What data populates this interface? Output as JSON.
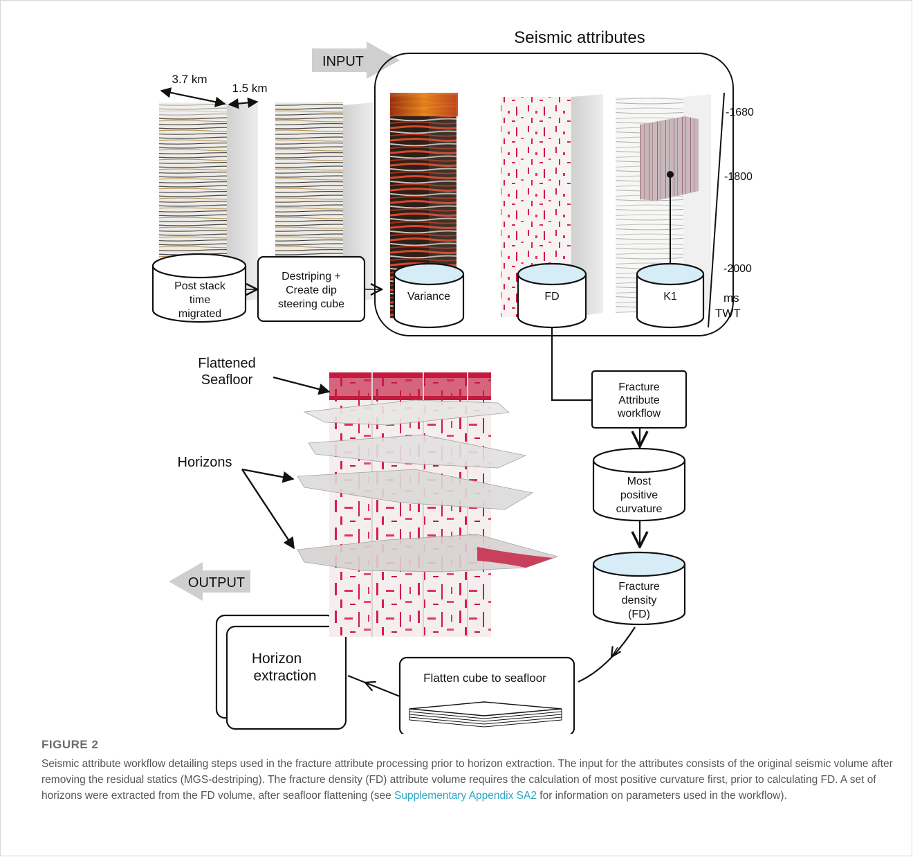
{
  "figure": {
    "label": "FIGURE 2",
    "caption_before_link": "Seismic attribute workflow detailing steps used in the fracture attribute processing prior to horizon extraction. The input for the attributes consists of the original seismic volume after removing the residual statics (MGS-destriping). The fracture density (FD) attribute volume requires the calculation of most positive curvature first, prior to calculating FD. A set of horizons were extracted from the FD volume, after seafloor flattening (see ",
    "caption_link": "Supplementary Appendix SA2",
    "caption_after_link": " for information on parameters used in the workflow)."
  },
  "diagram": {
    "title": "Seismic attributes",
    "input_label": "INPUT",
    "output_label": "OUTPUT",
    "dim_width": "3.7 km",
    "dim_depth": "1.5 km",
    "db_post_stack": [
      "Post stack",
      "time",
      "migrated"
    ],
    "box_destriping": [
      "Destriping +",
      "Create dip",
      "steering cube"
    ],
    "db_variance": "Variance",
    "db_fd": "FD",
    "db_k1": "K1",
    "time_ticks": [
      "-1680",
      "-1800",
      "-2000"
    ],
    "time_unit": [
      "ms",
      "TWT"
    ],
    "box_fracture_workflow": [
      "Fracture",
      "Attribute",
      "workflow"
    ],
    "db_curvature": [
      "Most",
      "positive",
      "curvature"
    ],
    "db_fracture_density": [
      "Fracture",
      "density",
      "(FD)"
    ],
    "box_flatten": "Flatten cube to seafloor",
    "box_horizon": [
      "Horizon",
      "extraction"
    ],
    "label_flattened": [
      "Flattened",
      "Seafloor"
    ],
    "label_horizons": "Horizons"
  }
}
